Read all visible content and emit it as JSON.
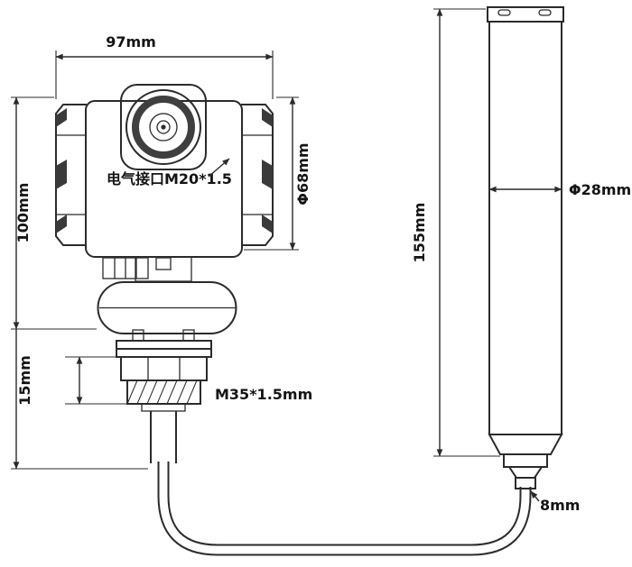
{
  "window": {
    "background": "#ffffff",
    "line_color": "#2b2b2b"
  },
  "diagram": {
    "type": "technical-dimension-drawing",
    "labels": {
      "housing_width": "97mm",
      "housing_height": "100mm",
      "housing_diameter": "Φ68mm",
      "electrical_port": "电气接口M20*1.5",
      "connection_height": "15mm",
      "thread_spec": "M35*1.5mm",
      "probe_length": "155mm",
      "probe_diameter": "Φ28mm",
      "cable_diameter": "8mm"
    }
  }
}
